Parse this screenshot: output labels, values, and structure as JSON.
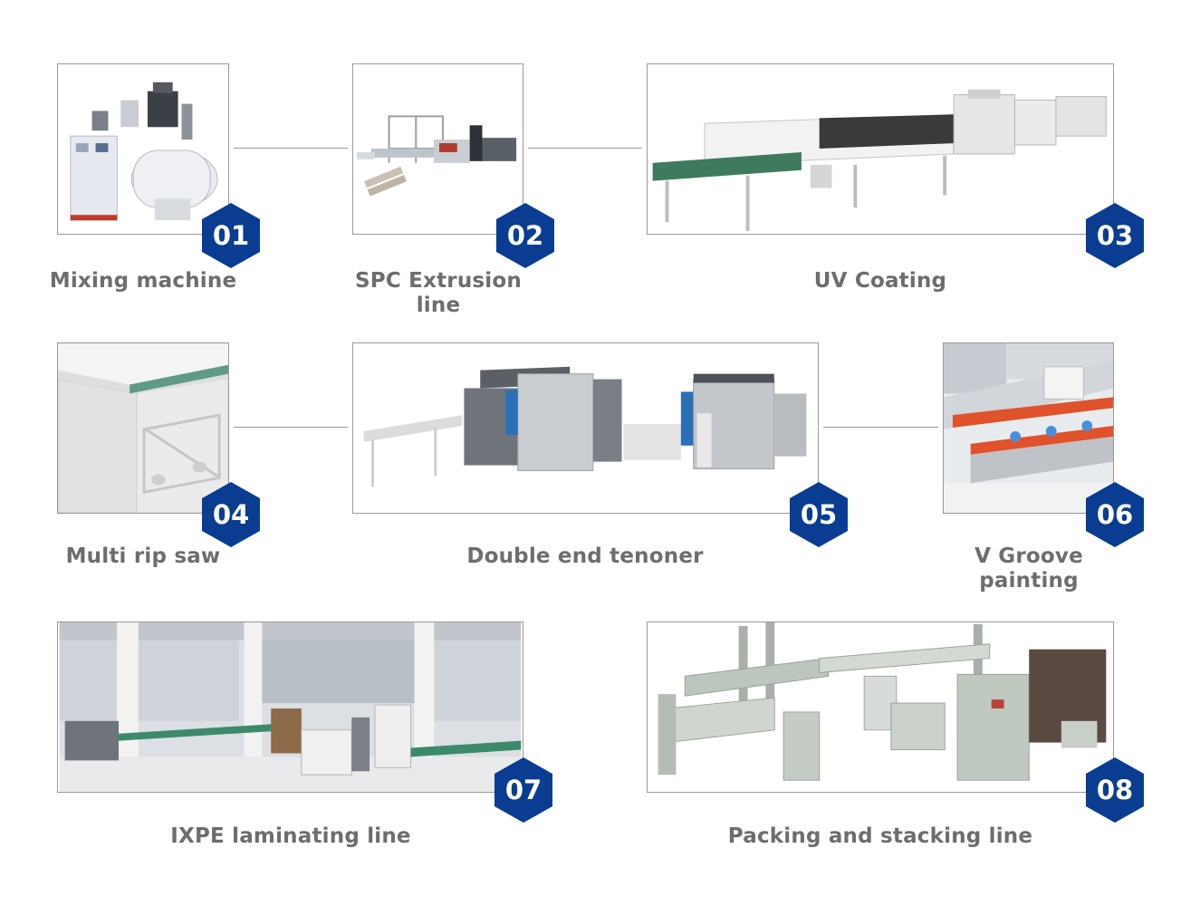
{
  "steps": [
    {
      "number": "01",
      "label": "Mixing machine",
      "image": "mixing-machine-photo"
    },
    {
      "number": "02",
      "label": "SPC Extrusion line",
      "image": "spc-extrusion-line-photo"
    },
    {
      "number": "03",
      "label": "UV Coating",
      "image": "uv-coating-photo"
    },
    {
      "number": "04",
      "label": "Multi rip saw",
      "image": "multi-rip-saw-photo"
    },
    {
      "number": "05",
      "label": "Double end tenoner",
      "image": "double-end-tenoner-photo"
    },
    {
      "number": "06",
      "label": "V Groove painting",
      "image": "v-groove-painting-photo"
    },
    {
      "number": "07",
      "label": "IXPE laminating line",
      "image": "ixpe-laminating-line-photo"
    },
    {
      "number": "08",
      "label": "Packing and stacking line",
      "image": "packing-stacking-line-photo"
    }
  ],
  "colors": {
    "badge": "#0a3d91",
    "label": "#6d6d6d",
    "border": "#9a9a9a"
  }
}
